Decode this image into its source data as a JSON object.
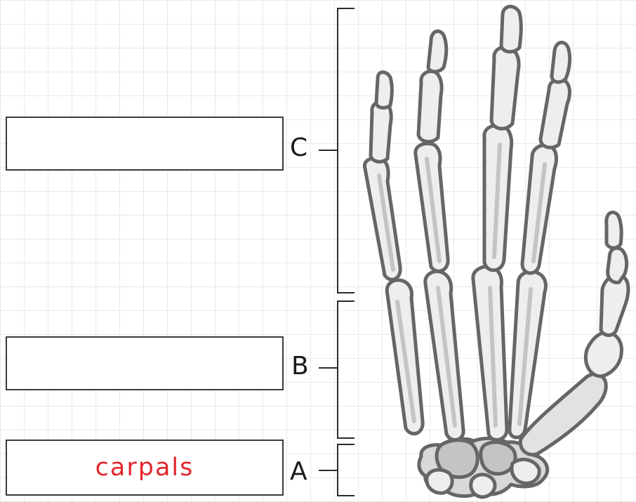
{
  "boxes": {
    "c": {
      "letter": "C",
      "answer": ""
    },
    "b": {
      "letter": "B",
      "answer": ""
    },
    "a": {
      "letter": "A",
      "answer": "carpals"
    }
  },
  "colors": {
    "answer": "#e4262c",
    "bone_fill": "#eeeeee",
    "bone_shade": "#c4c4c4",
    "bone_outline": "#666666",
    "grid": "#e9e9e9"
  }
}
